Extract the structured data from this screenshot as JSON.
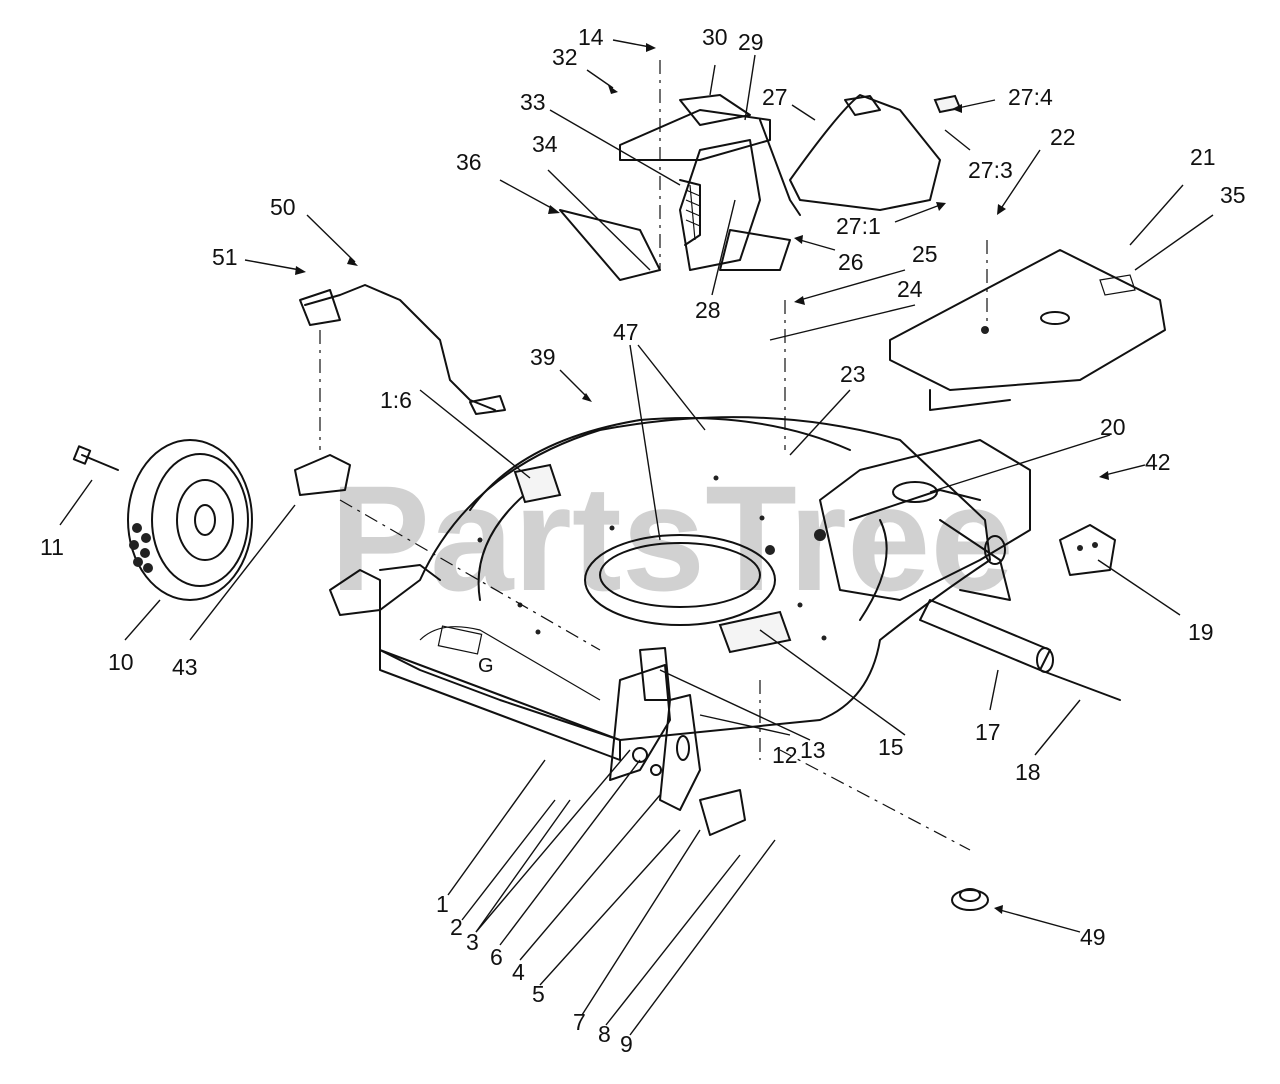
{
  "diagram": {
    "watermark": "PartsTree",
    "callouts": [
      "14",
      "30",
      "29",
      "32",
      "33",
      "27",
      "27:4",
      "22",
      "27:3",
      "21",
      "36",
      "34",
      "35",
      "50",
      "27:1",
      "26",
      "51",
      "25",
      "28",
      "24",
      "47",
      "39",
      "23",
      "1:6",
      "20",
      "42",
      "11",
      "10",
      "43",
      "19",
      "15",
      "17",
      "12",
      "13",
      "18",
      "1",
      "2",
      "3",
      "6",
      "4",
      "5",
      "49",
      "7",
      "8",
      "9"
    ]
  }
}
